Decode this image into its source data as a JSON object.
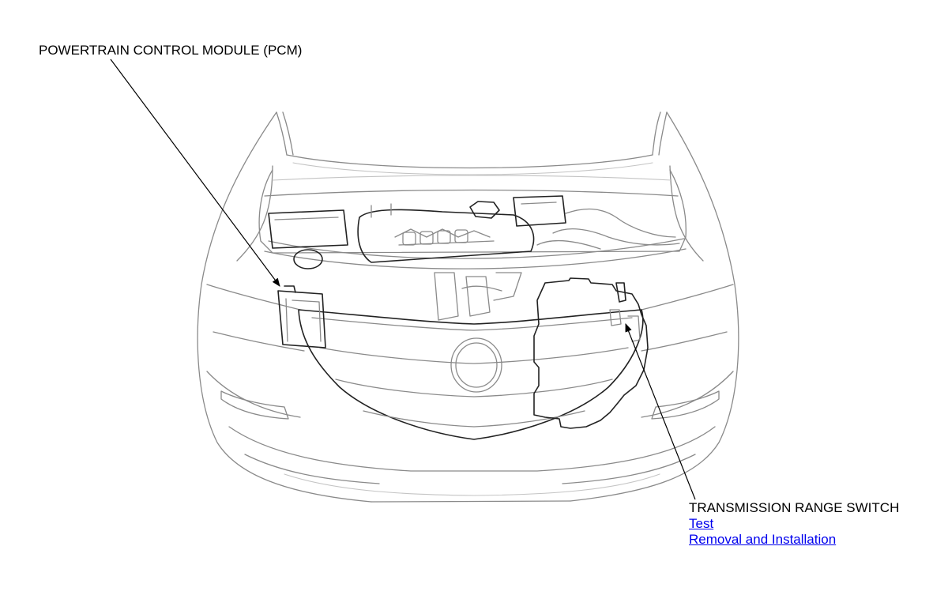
{
  "labels": {
    "pcm": "POWERTRAIN CONTROL MODULE (PCM)",
    "trs": "TRANSMISSION RANGE SWITCH"
  },
  "links": {
    "test": "Test",
    "removal": "Removal and Installation"
  },
  "colors": {
    "link": "#0000ee",
    "outline": "#8a8a8a",
    "component_outline": "#222222"
  }
}
